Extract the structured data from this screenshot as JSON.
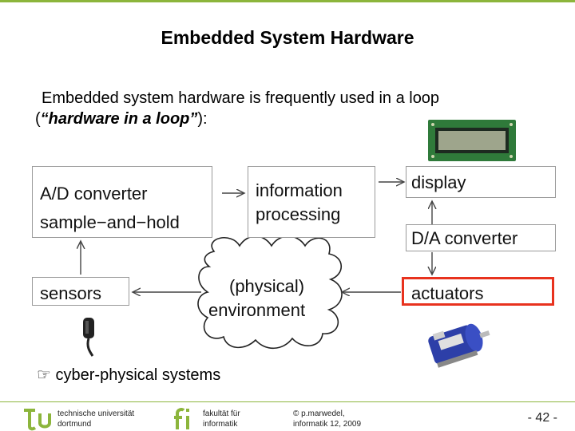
{
  "title": "Embedded System Hardware",
  "intro": {
    "line1": "Embedded system hardware is frequently used in a loop",
    "open": "(",
    "emph": "“hardware in a loop”",
    "close": "):"
  },
  "diagram": {
    "ad_line1": "A/D converter",
    "ad_line2": "sample−and−hold",
    "info_line1": "information",
    "info_line2": "processing",
    "display": "display",
    "da": "D/A converter",
    "sensors": "sensors",
    "env_line1": "(physical)",
    "env_line2": "environment",
    "actuators": "actuators",
    "highlight_color": "#e8321e",
    "box_border": "#9a9a9a"
  },
  "note": {
    "icon": "pointing-hand-icon",
    "text": "cyber-physical systems"
  },
  "footer": {
    "left1": "technische universität",
    "left2": "dortmund",
    "mid1": "fakultät für",
    "mid2": "informatik",
    "copy1": "© p.marwedel,",
    "copy2": "informatik 12,  2009",
    "page": "-  42 -",
    "accent": "#8cb53c"
  }
}
